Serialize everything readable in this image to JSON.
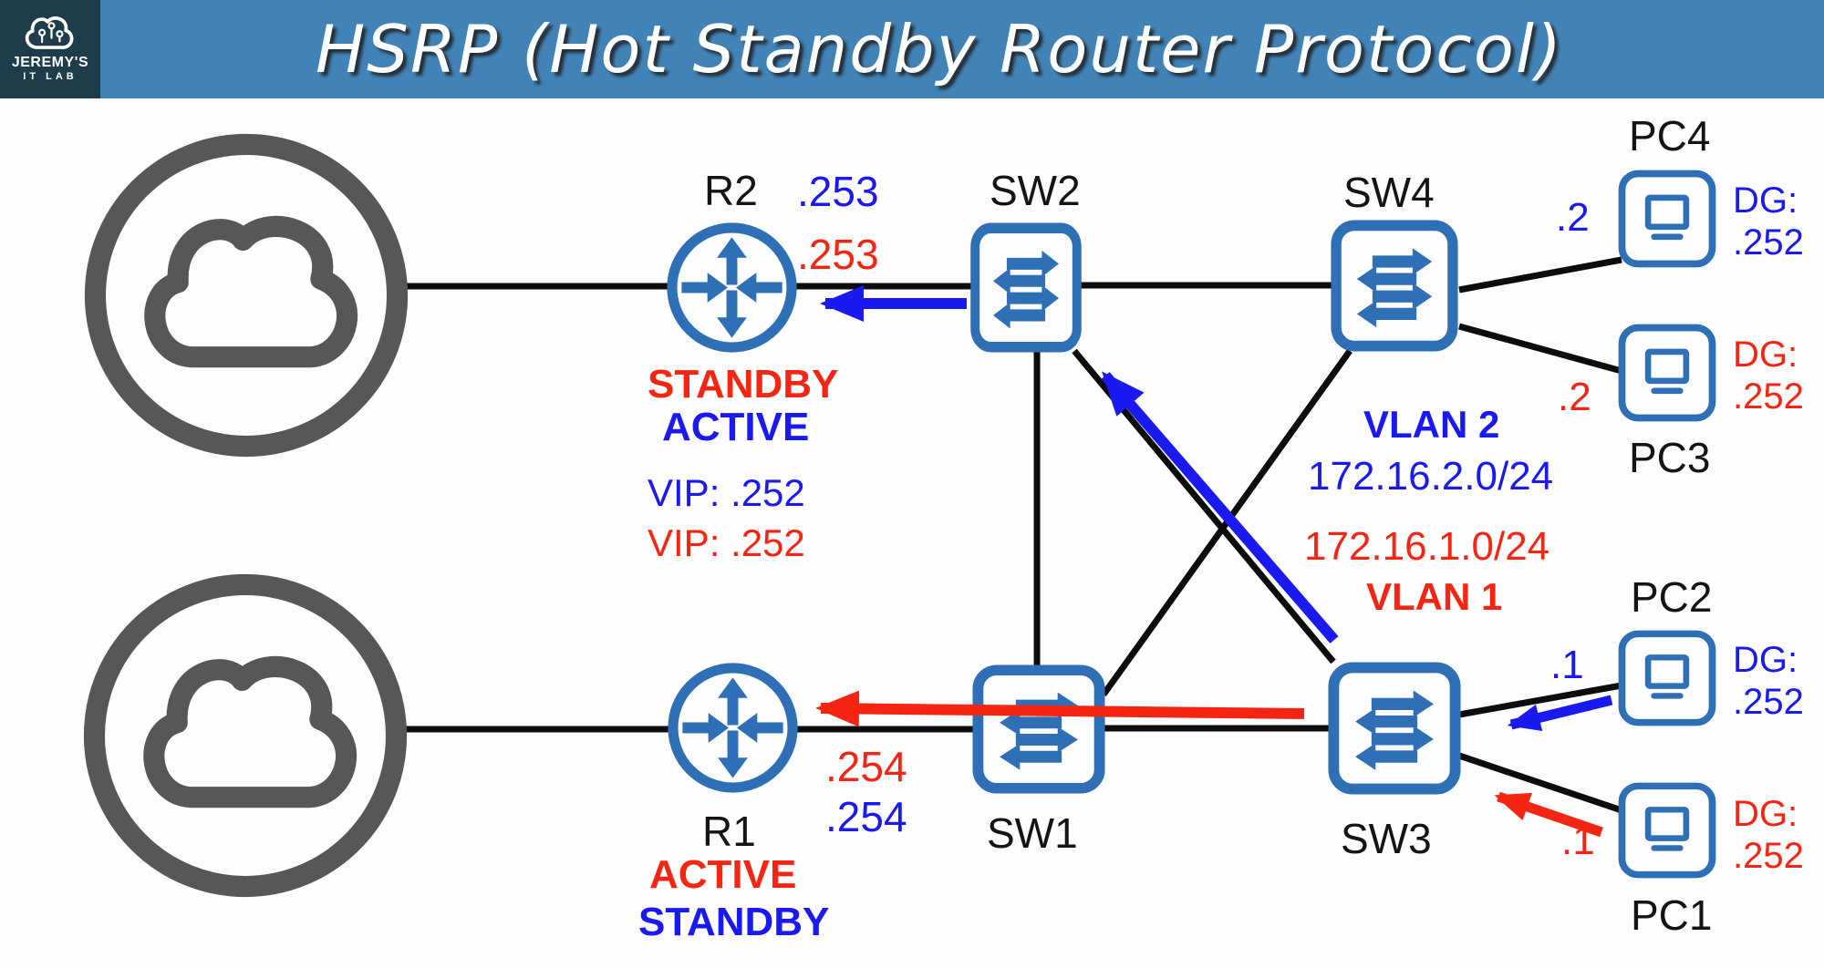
{
  "header": {
    "title": "HSRP (Hot Standby Router Protocol)",
    "logo_line1": "JEREMY'S",
    "logo_line2": "IT LAB"
  },
  "colors": {
    "bar": "#4283b7",
    "logo_bg": "#1e3c4a",
    "blue": "#1a1af0",
    "red": "#f42613",
    "device": "#2e6fb5",
    "ink": "#141414",
    "line": "#0c0c0c",
    "cloud": "#57575a"
  },
  "devices": {
    "cloud_top": {
      "name": "internet-cloud"
    },
    "cloud_bottom": {
      "name": "internet-cloud"
    },
    "r2": {
      "label": "R2",
      "ip_blue": ".253",
      "ip_red": ".253",
      "role_red": "STANDBY",
      "role_blue": "ACTIVE",
      "vip_blue": "VIP: .252",
      "vip_red": "VIP: .252"
    },
    "r1": {
      "label": "R1",
      "ip_red": ".254",
      "ip_blue": ".254",
      "role_red": "ACTIVE",
      "role_blue": "STANDBY"
    },
    "sw1": {
      "label": "SW1"
    },
    "sw2": {
      "label": "SW2"
    },
    "sw3": {
      "label": "SW3"
    },
    "sw4": {
      "label": "SW4"
    },
    "pc1": {
      "label": "PC1",
      "ip": ".1",
      "dg_prefix": "DG:",
      "dg_value": ".252"
    },
    "pc2": {
      "label": "PC2",
      "ip": ".1",
      "dg_prefix": "DG:",
      "dg_value": ".252"
    },
    "pc3": {
      "label": "PC3",
      "ip": ".2",
      "dg_prefix": "DG:",
      "dg_value": ".252"
    },
    "pc4": {
      "label": "PC4",
      "ip": ".2",
      "dg_prefix": "DG:",
      "dg_value": ".252"
    }
  },
  "vlans": {
    "vlan2": {
      "title": "VLAN 2",
      "subnet": "172.16.2.0/24"
    },
    "vlan1": {
      "title": "VLAN 1",
      "subnet": "172.16.1.0/24"
    }
  }
}
